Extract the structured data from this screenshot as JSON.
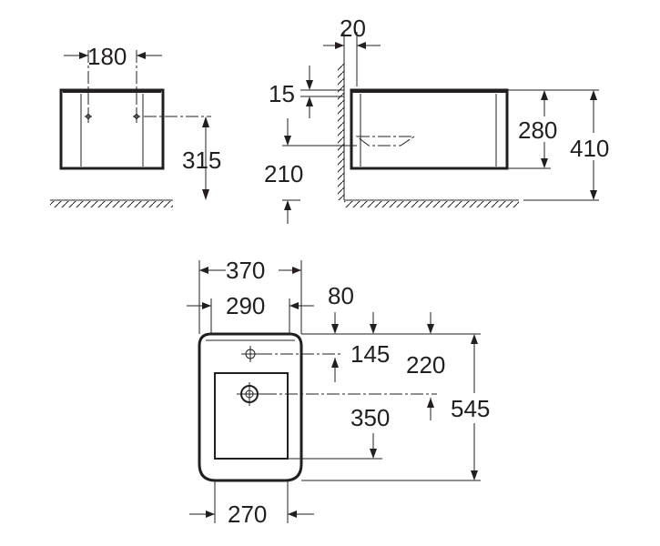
{
  "side_view_left": {
    "width_label": "180",
    "height_label": "315"
  },
  "side_view_right": {
    "wall_gap_label": "20",
    "bracket_label": "15",
    "floor_gap_label": "210",
    "body_height_label": "280",
    "total_height_label": "410"
  },
  "plan_view": {
    "outer_width_label": "370",
    "inner_width_label": "290",
    "offset_label": "80",
    "tap_hole_label": "145",
    "tap_hole_2_label": "220",
    "drain_label": "350",
    "depth_label": "545",
    "bottom_width_label": "270"
  }
}
